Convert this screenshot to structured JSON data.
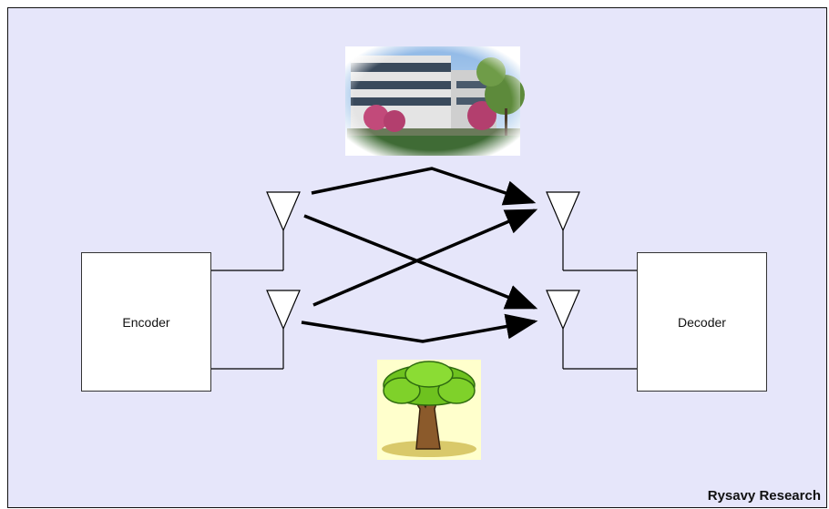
{
  "encoder_label": "Encoder",
  "decoder_label": "Decoder",
  "credit": "Rysavy Research",
  "colors": {
    "background": "#e6e6fa",
    "line": "#000000"
  },
  "images": {
    "top": "office-building-photo",
    "bottom": "tree-clipart"
  }
}
